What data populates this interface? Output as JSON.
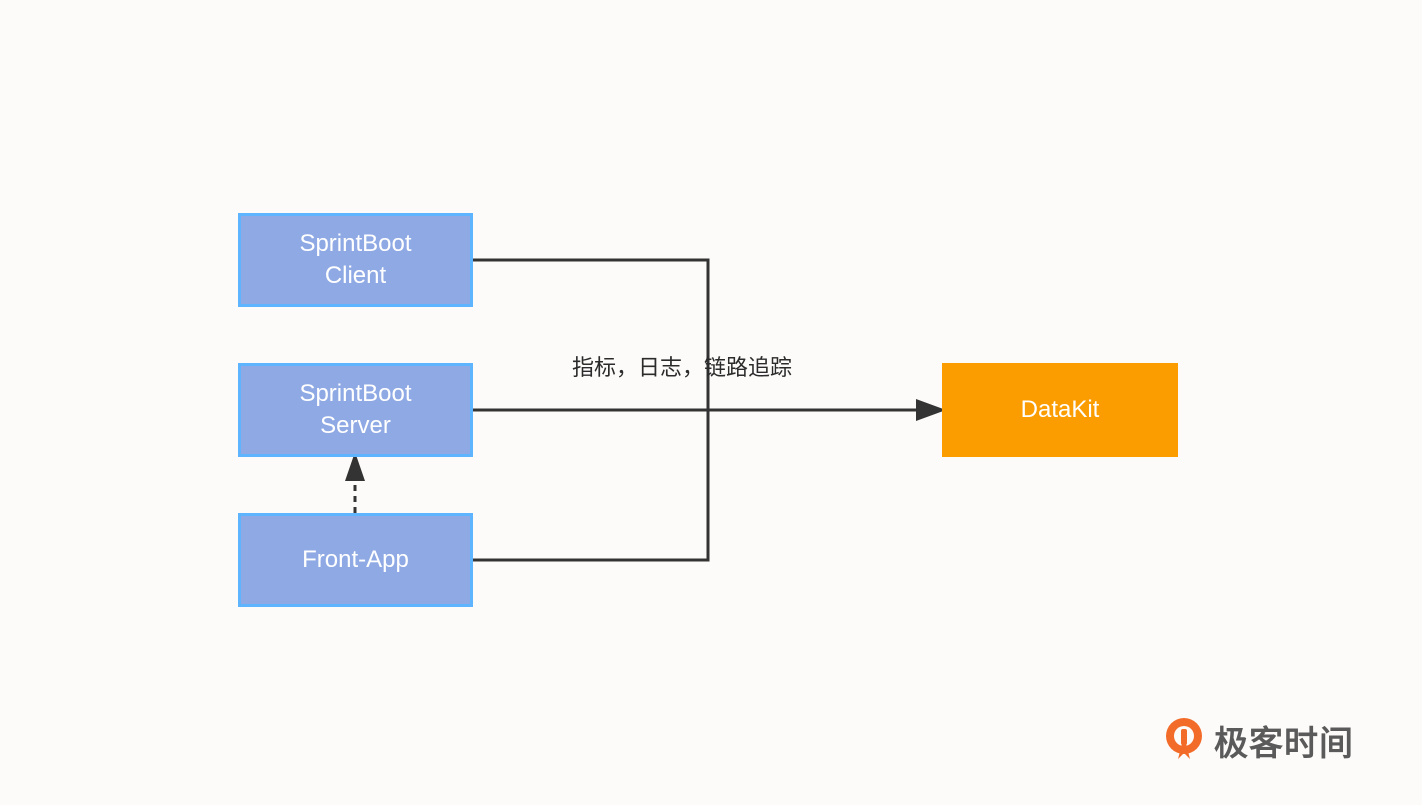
{
  "nodes": {
    "client": "SprintBoot\nClient",
    "server": "SprintBoot\nServer",
    "front_app": "Front-App",
    "datakit": "DataKit"
  },
  "edge_label": "指标，日志，链路追踪",
  "logo": {
    "text": "极客时间",
    "icon": "geektime-logo-icon"
  },
  "colors": {
    "blue_fill": "#8fa9e4",
    "blue_border": "#5fb4ff",
    "orange_fill": "#fb9c00",
    "line": "#333333",
    "logo_orange": "#f26b29"
  }
}
